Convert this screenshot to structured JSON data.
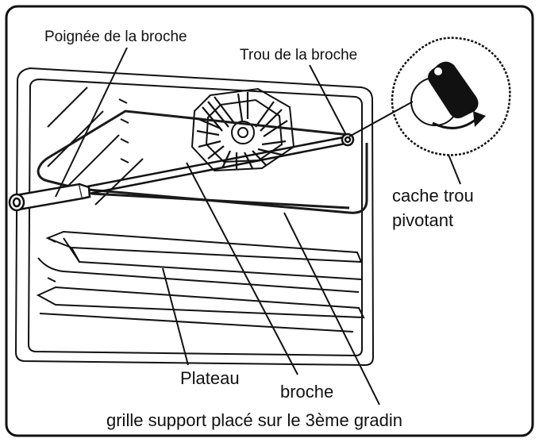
{
  "labels": {
    "poignee": "Poignée de la broche",
    "trou": "Trou de la broche",
    "cache_line1": "cache trou",
    "cache_line2": "pivotant",
    "plateau": "Plateau",
    "broche": "broche",
    "grille": "grille support placé sur le 3ème gradin"
  },
  "colors": {
    "ink": "#111111",
    "background": "#ffffff",
    "rack": "#1a1a1a"
  },
  "icons": {
    "cache_trou": "pivot-cover-icon",
    "rotation": "rotation-arrow-icon"
  }
}
